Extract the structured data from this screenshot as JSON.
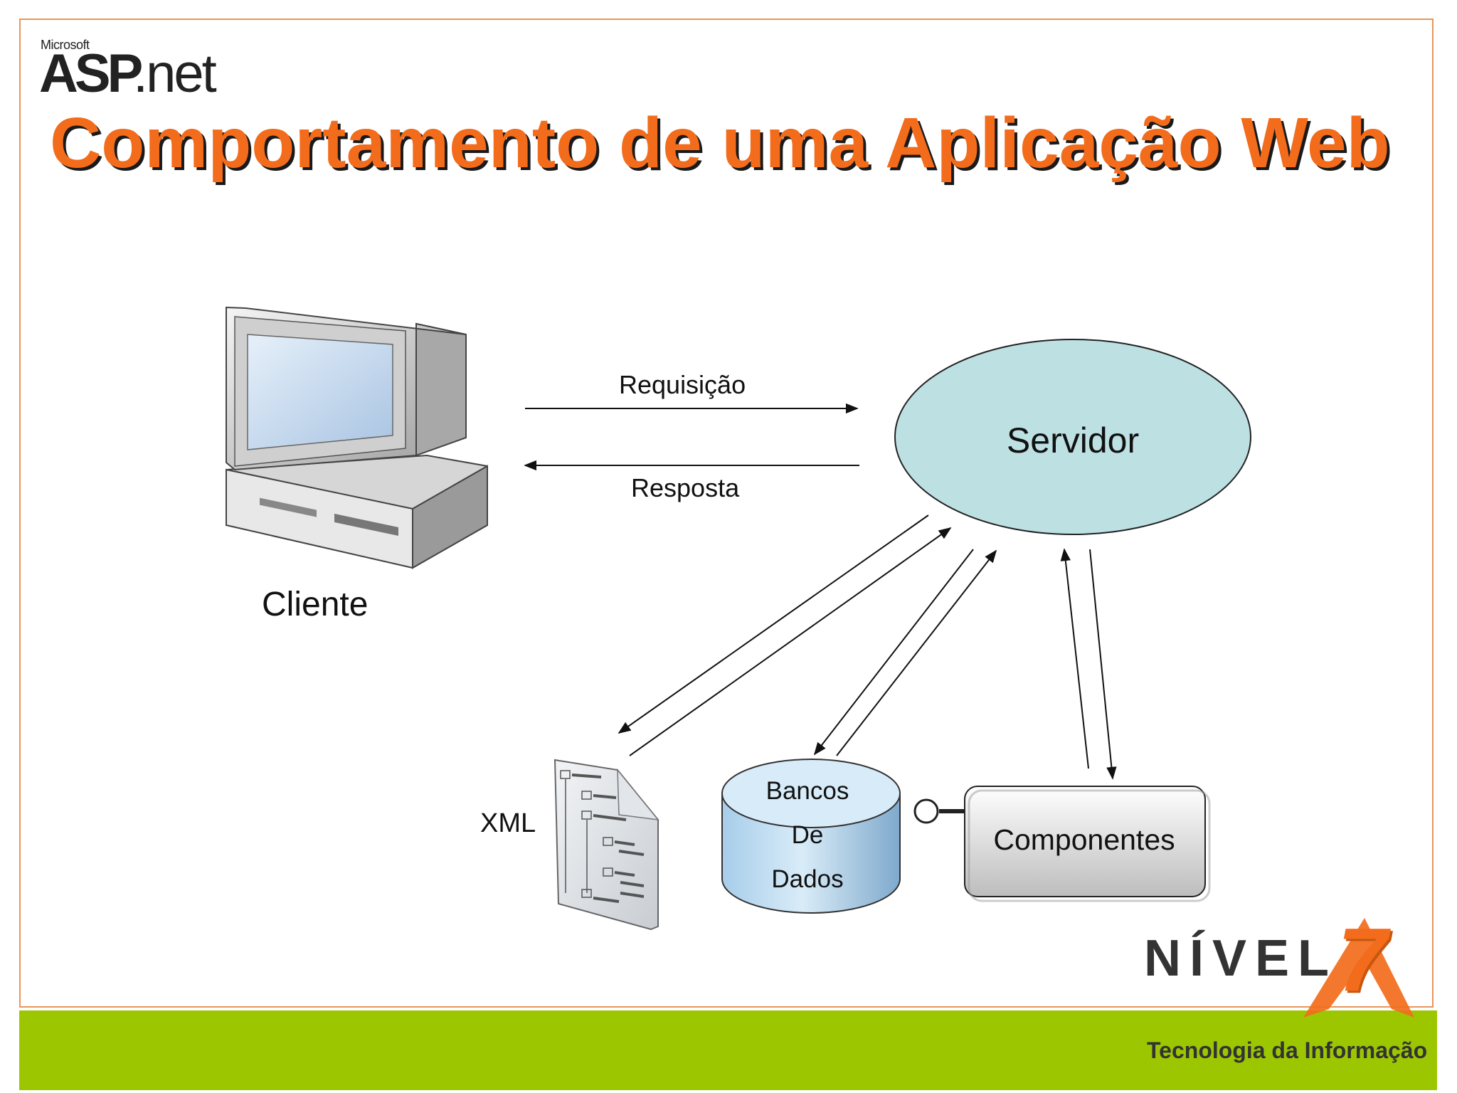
{
  "slide": {
    "title": "Comportamento de uma Aplicação Web",
    "brand": {
      "microsoft": "Microsoft",
      "asp": "ASP",
      "net": ".net"
    }
  },
  "diagram": {
    "client_label": "Cliente",
    "server_label": "Servidor",
    "request_label": "Requisição",
    "response_label": "Resposta",
    "xml_label": "XML",
    "database_lines": [
      "Bancos",
      "De",
      "Dados"
    ],
    "components_label": "Componentes"
  },
  "footer": {
    "company_word": "NÍVEL",
    "company_number": "7",
    "tagline": "Tecnologia da Informação"
  },
  "colors": {
    "title_orange": "#f26c1c",
    "frame_border": "#e8955a",
    "footer_green": "#9cc700",
    "server_fill": "#bde0e3"
  },
  "icons": {
    "client": "desktop-computer-icon",
    "xml": "xml-document-icon",
    "database": "database-cylinder-icon",
    "interface": "component-interface-icon"
  }
}
